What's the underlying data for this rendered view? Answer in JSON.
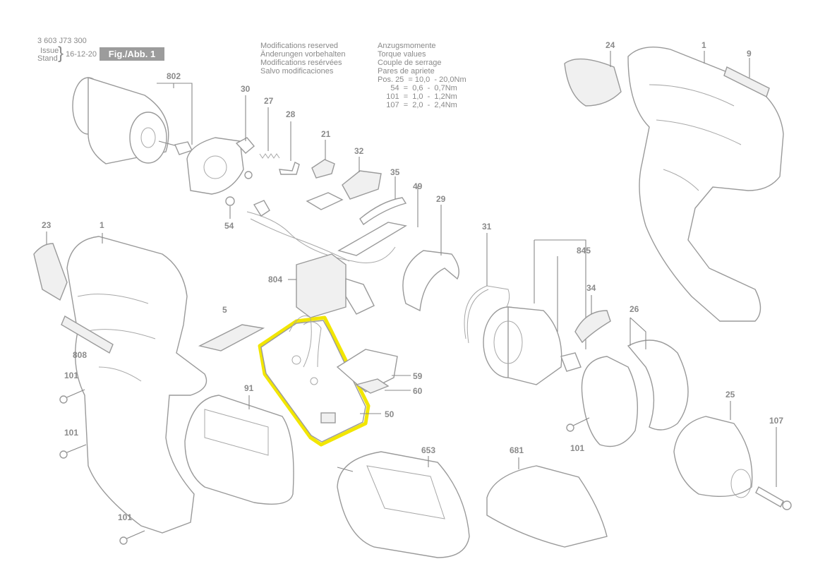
{
  "header": {
    "doc_number": "3 603 J73 300",
    "issue_label": "Issue",
    "stand_label": "Stand",
    "date": "16-12-20",
    "figure_badge": "Fig./Abb. 1"
  },
  "modifications_note": [
    "Modifications reserved",
    "Änderungen vorbehalten",
    "Modifications resérvées",
    "Salvo modificaciones"
  ],
  "torque_note": {
    "lines": [
      "Anzugsmomente",
      "Torque values",
      "Couple de serrage",
      "Pares de apriete"
    ],
    "values": [
      "Pos. 25  = 10,0  - 20,0Nm",
      "      54  =  0,6  -  0,7Nm",
      "    101  =  1,0  -  1,2Nm",
      "    107  =  2,0  -  2,4Nm"
    ]
  },
  "part_labels": [
    {
      "id": "802",
      "text": "802"
    },
    {
      "id": "30",
      "text": "30"
    },
    {
      "id": "27",
      "text": "27"
    },
    {
      "id": "28",
      "text": "28"
    },
    {
      "id": "21",
      "text": "21"
    },
    {
      "id": "32",
      "text": "32"
    },
    {
      "id": "35",
      "text": "35"
    },
    {
      "id": "49",
      "text": "49"
    },
    {
      "id": "29",
      "text": "29"
    },
    {
      "id": "54",
      "text": "54"
    },
    {
      "id": "24",
      "text": "24"
    },
    {
      "id": "1a",
      "text": "1"
    },
    {
      "id": "9",
      "text": "9"
    },
    {
      "id": "23",
      "text": "23"
    },
    {
      "id": "1b",
      "text": "1"
    },
    {
      "id": "804",
      "text": "804"
    },
    {
      "id": "31",
      "text": "31"
    },
    {
      "id": "845",
      "text": "845"
    },
    {
      "id": "34",
      "text": "34"
    },
    {
      "id": "26",
      "text": "26"
    },
    {
      "id": "5",
      "text": "5"
    },
    {
      "id": "808",
      "text": "808"
    },
    {
      "id": "101a",
      "text": "101"
    },
    {
      "id": "91",
      "text": "91"
    },
    {
      "id": "59",
      "text": "59"
    },
    {
      "id": "60",
      "text": "60"
    },
    {
      "id": "50",
      "text": "50"
    },
    {
      "id": "101b",
      "text": "101"
    },
    {
      "id": "25",
      "text": "25"
    },
    {
      "id": "107",
      "text": "107"
    },
    {
      "id": "101c",
      "text": "101"
    },
    {
      "id": "653",
      "text": "653"
    },
    {
      "id": "681",
      "text": "681"
    },
    {
      "id": "101d",
      "text": "101"
    }
  ],
  "highlight_part": "50",
  "colors": {
    "line": "#9a9a9a",
    "label": "#8a8a8a",
    "badge": "#9c9c9c",
    "highlight": "#f2e600"
  }
}
